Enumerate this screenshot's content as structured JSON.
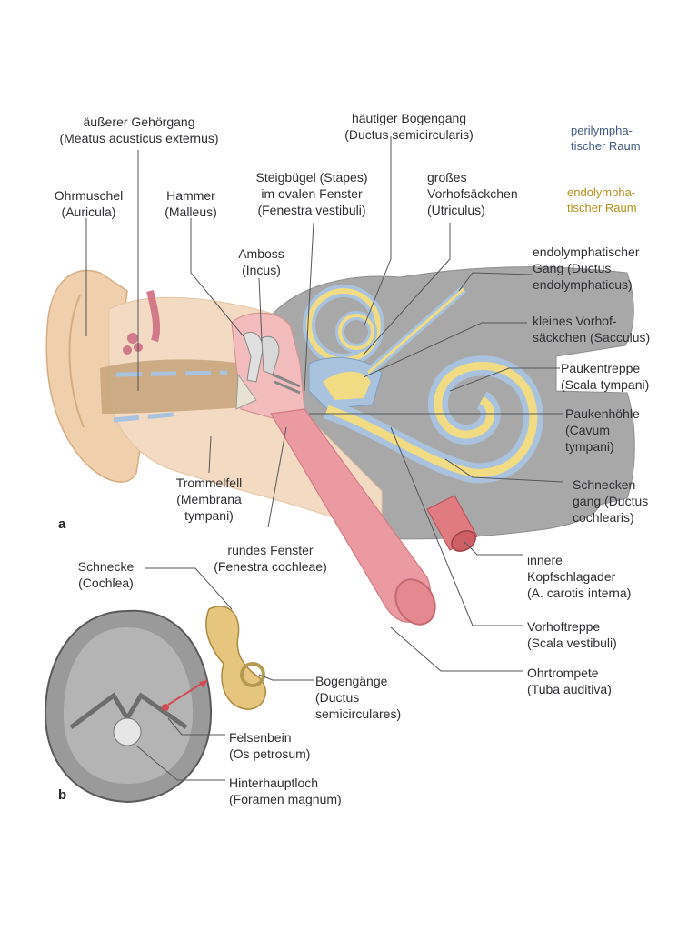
{
  "legend": {
    "perilymph": [
      "perilympha-",
      "tischer Raum"
    ],
    "endolymph": [
      "endolympha-",
      "tischer Raum"
    ]
  },
  "colors": {
    "perilymph_blue": "#a9c3de",
    "endolymph_yellow": "#f1dc84",
    "bone_grey": "#a8a8a8",
    "skin": "#efcfac",
    "vessel_red": "#e88a8f"
  },
  "panels": {
    "a": "a",
    "b": "b"
  },
  "labels": {
    "meatus": [
      "äußerer Gehörgang",
      "(Meatus acusticus externus)"
    ],
    "ductus_semicircularis": [
      "häutiger Bogengang",
      "(Ductus semicircularis)"
    ],
    "auricula": [
      "Ohrmuschel",
      "(Auricula)"
    ],
    "malleus": [
      "Hammer",
      "(Malleus)"
    ],
    "stapes": [
      "Steigbügel (Stapes)",
      "im ovalen Fenster",
      "(Fenestra vestibuli)"
    ],
    "utriculus": [
      "großes",
      "Vorhofsäckchen",
      "(Utriculus)"
    ],
    "incus": [
      "Amboss",
      "(Incus)"
    ],
    "ductus_endolymphaticus": [
      "endolymphatischer",
      "Gang (Ductus",
      "endolymphaticus)"
    ],
    "sacculus": [
      "kleines Vorhof-",
      "säckchen (Sacculus)"
    ],
    "scala_tympani": [
      "Paukentreppe",
      "(Scala tympani)"
    ],
    "cavum_tympani": [
      "Paukenhöhle",
      "(Cavum",
      "tympani)"
    ],
    "ductus_cochlearis": [
      "Schnecken-",
      "gang (Ductus",
      "cochlearis)"
    ],
    "membrana_tympani": [
      "Trommelfell",
      "(Membrana",
      "tympani)"
    ],
    "fenestra_cochleae": [
      "rundes Fenster",
      "(Fenestra cochleae)"
    ],
    "carotis": [
      "innere",
      "Kopfschlagader",
      "(A. carotis interna)"
    ],
    "scala_vestibuli": [
      "Vorhoftreppe",
      "(Scala vestibuli)"
    ],
    "tuba": [
      "Ohrtrompete",
      "(Tuba auditiva)"
    ],
    "cochlea": [
      "Schnecke",
      "(Cochlea)"
    ],
    "ductus_semicirculares": [
      "Bogengänge",
      "(Ductus",
      "semicirculares)"
    ],
    "os_petrosum": [
      "Felsenbein",
      "(Os petrosum)"
    ],
    "foramen_magnum": [
      "Hinterhauptloch",
      "(Foramen magnum)"
    ]
  }
}
